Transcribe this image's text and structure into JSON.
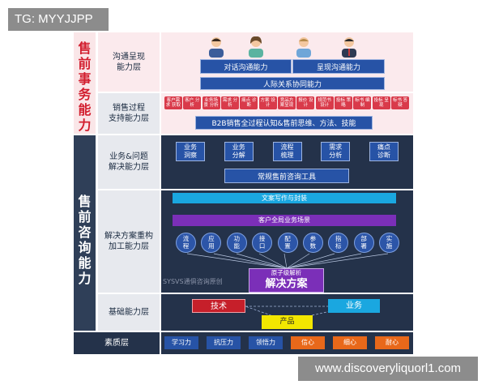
{
  "watermarks": {
    "top_left": "TG: MYYJJPP",
    "bottom_right": "www.discoveryliquorl1.com"
  },
  "left_sections": [
    {
      "title": "售前事务能力"
    },
    {
      "title": "售前咨询能力"
    }
  ],
  "layers": {
    "communication": {
      "label": "沟通呈现\n能力层",
      "boxes": [
        "对话沟通能力",
        "呈现沟通能力",
        "人际关系协同能力"
      ]
    },
    "sales_support": {
      "label": "销售过程\n支持能力层",
      "chips": [
        "客户需求\n获取",
        "客户\n分析",
        "业务场景\n分析",
        "需求\n分析",
        "痛点\n诊断",
        "方案\n设计",
        "竞品方\n案呈现",
        "报价\n设计",
        "规范书\n设计",
        "投标\n策略",
        "标书\n编制",
        "投标\n呈现",
        "标书\n答疑"
      ],
      "banner": "B2B销售全过程认知&售前思维、方法、技能"
    },
    "business": {
      "label": "业务&问题\n解决能力层",
      "boxes": [
        "业务\n洞察",
        "业务\n分解",
        "流程\n梳理",
        "需求\n分析",
        "痛点\n诊断"
      ],
      "banner": "常规售前咨询工具"
    },
    "solution": {
      "label": "解决方案重构\n加工能力层",
      "bar1": "文案写作与封装",
      "bar2": "客户全局业务场景",
      "circles": [
        "流\n程",
        "应\n用",
        "功\n能",
        "接\n口",
        "配\n置",
        "参\n数",
        "指\n标",
        "部\n署",
        "实\n施"
      ],
      "watermark": "SYSVS通俱咨询原创",
      "core_title": "原子级解析",
      "core_main": "解决方案"
    },
    "foundation": {
      "label": "基础能力层",
      "tech": "技术",
      "business": "业务",
      "product": "产品"
    },
    "quality": {
      "label": "素质层",
      "items": [
        "学习力",
        "抗压力",
        "领悟力",
        "信心",
        "细心",
        "耐心"
      ]
    }
  },
  "colors": {
    "red": "#d93a4a",
    "blue": "#2753a6",
    "cyan": "#1aa7e0",
    "purple": "#7b2fb8",
    "yellow": "#f2e600",
    "orange": "#e8681a"
  }
}
